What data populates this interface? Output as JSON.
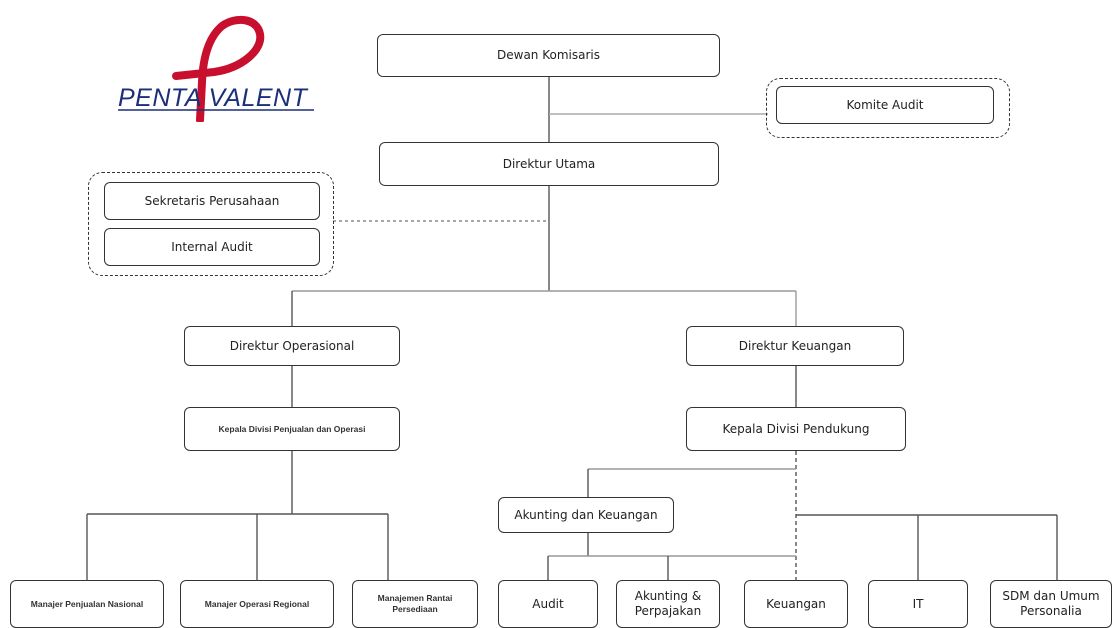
{
  "logo": {
    "text": "PENTA VALENT"
  },
  "nodes": {
    "dewan_komisaris": "Dewan Komisaris",
    "komite_audit": "Komite Audit",
    "direktur_utama": "Direktur Utama",
    "sekretaris_perusahaan": "Sekretaris Perusahaan",
    "internal_audit": "Internal Audit",
    "direktur_operasional": "Direktur Operasional",
    "direktur_keuangan": "Direktur Keuangan",
    "kepala_divisi_penjualan": "Kepala Divisi Penjualan dan Operasi",
    "kepala_divisi_pendukung": "Kepala Divisi Pendukung",
    "manajer_penjualan_nasional": "Manajer Penjualan Nasional",
    "manajer_operasi_regional": "Manajer Operasi Regional",
    "manajemen_rantai_persediaan": "Manajemen Rantai Persediaan",
    "akunting_dan_keuangan": "Akunting dan Keuangan",
    "audit": "Audit",
    "akunting_perpajakan": "Akunting & Perpajakan",
    "keuangan": "Keuangan",
    "it": "IT",
    "sdm_umum": "SDM dan Umum Personalia"
  },
  "colors": {
    "line": "#555555",
    "logo_red": "#c8102e",
    "logo_blue": "#1b2f7a"
  }
}
